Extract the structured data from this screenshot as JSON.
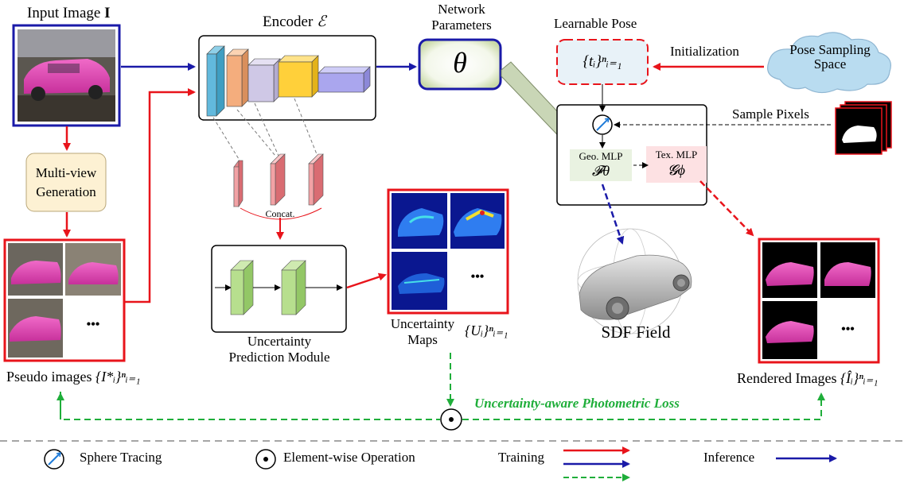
{
  "labels": {
    "input_image": "Input Image",
    "input_image_symbol": "I",
    "encoder": "Encoder",
    "encoder_symbol": "ℰ",
    "network_parameters_line1": "Network",
    "network_parameters_line2": "Parameters",
    "theta": "θ",
    "learnable_pose": "Learnable Pose",
    "pose_set": "{tᵢ}ⁿᵢ₌₁",
    "initialization": "Initialization",
    "pose_sampling_line1": "Pose Sampling",
    "pose_sampling_line2": "Space",
    "sample_pixels": "Sample Pixels",
    "geo_mlp": "Geo. MLP",
    "geo_symbol": "𝓕θ",
    "tex_mlp": "Tex. MLP",
    "tex_symbol": "𝓖ϕ",
    "multiview_line1": "Multi-view",
    "multiview_line2": "Generation",
    "concat": "Concat.",
    "uncertainty_module_line1": "Uncertainty",
    "uncertainty_module_line2": "Prediction Module",
    "uncertainty_maps_line1": "Uncertainty",
    "uncertainty_maps_line2": "Maps",
    "uncertainty_set": "{Uᵢ}ⁿᵢ₌₁",
    "sdf_field": "SDF Field",
    "pseudo_images": "Pseudo images",
    "pseudo_set": "{I*ᵢ}ⁿᵢ₌₁",
    "rendered_images": "Rendered Images",
    "rendered_set": "{Îᵢ}ⁿᵢ₌₁",
    "loss": "Uncertainty-aware Photometric Loss",
    "ellipsis": "•••"
  },
  "legend": {
    "sphere_tracing": "Sphere Tracing",
    "element_wise": "Element-wise Operation",
    "training": "Training",
    "inference": "Inference"
  },
  "colors": {
    "red": "#e8141b",
    "blue": "#1a1aa8",
    "green": "#1fae3a",
    "orange_box": "#fdf1d3",
    "pose_box": "#e8f2f8",
    "geo_box": "#e9f2e1",
    "tex_box": "#fde1e3"
  }
}
